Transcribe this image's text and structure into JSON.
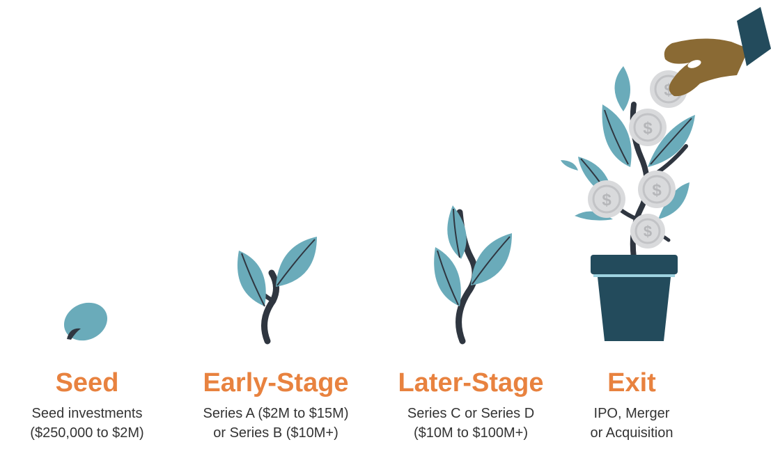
{
  "colors": {
    "accent_orange": "#E8823F",
    "leaf_blue": "#6AABBA",
    "leaf_blue_dark": "#4F93A4",
    "stem_dark": "#2F3640",
    "pot_dark": "#234B5C",
    "pot_rim_line": "#9ED3E0",
    "coin_silver": "#D9DADC",
    "hand_skin": "#8A6A34",
    "sleeve_dark": "#234B5C"
  },
  "stages": [
    {
      "title": "Seed",
      "desc_line1": "Seed investments",
      "desc_line2": "($250,000 to $2M)",
      "icon": "seed-icon"
    },
    {
      "title": "Early-Stage",
      "desc_line1": "Series A ($2M to $15M)",
      "desc_line2": "or Series B ($10M+)",
      "icon": "sprout-icon"
    },
    {
      "title": "Later-Stage",
      "desc_line1": "Series C or Series D",
      "desc_line2": "($10M to $100M+)",
      "icon": "young-plant-icon"
    },
    {
      "title": "Exit",
      "desc_line1": "IPO, Merger",
      "desc_line2": "or Acquisition",
      "icon": "potted-money-plant-icon"
    }
  ],
  "coin_symbol": "$"
}
